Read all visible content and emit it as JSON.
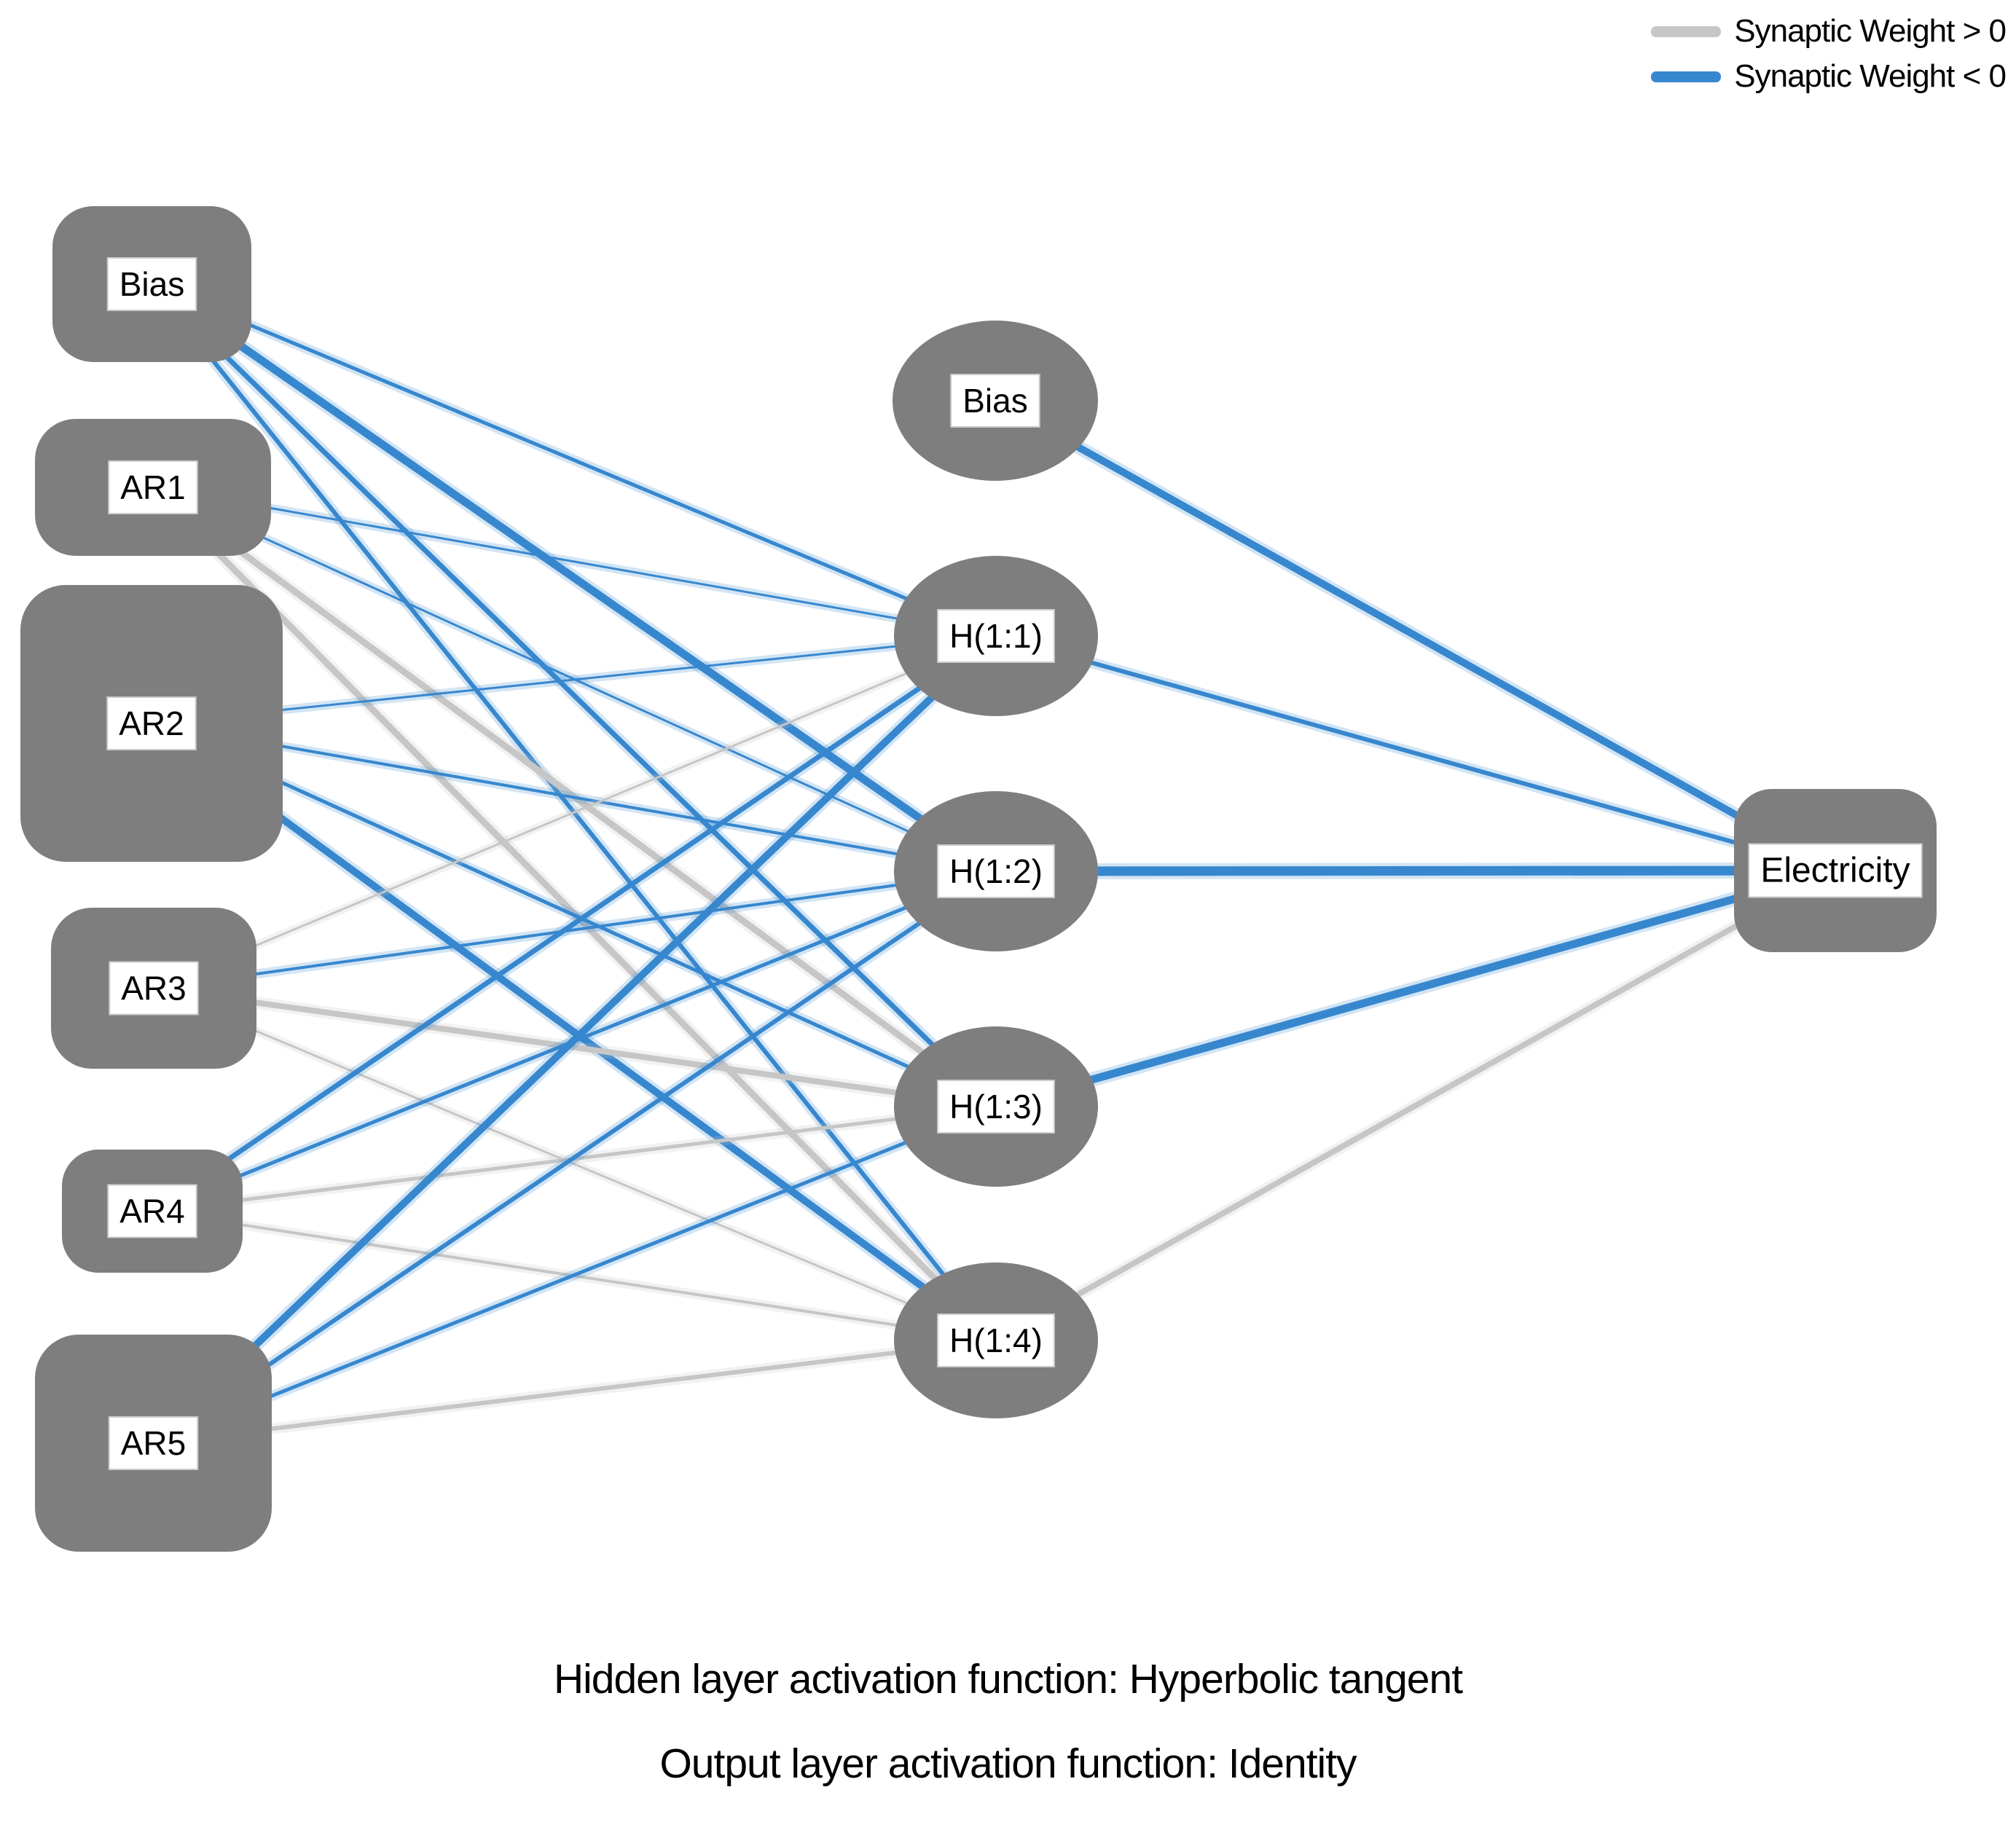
{
  "legend": {
    "items": [
      {
        "label": "Synaptic Weight > 0",
        "sign": "positive"
      },
      {
        "label": "Synaptic Weight < 0",
        "sign": "negative"
      }
    ]
  },
  "colors": {
    "positive": "#c6c6c6",
    "negative": "#3787cf",
    "node_fill": "#7e7e7e",
    "label_box_fill": "#ffffff",
    "label_box_border": "#cbcbcb",
    "text": "#000000"
  },
  "network": {
    "input_layer": {
      "nodes": [
        {
          "id": "bias_in",
          "label": "Bias"
        },
        {
          "id": "ar1",
          "label": "AR1"
        },
        {
          "id": "ar2",
          "label": "AR2"
        },
        {
          "id": "ar3",
          "label": "AR3"
        },
        {
          "id": "ar4",
          "label": "AR4"
        },
        {
          "id": "ar5",
          "label": "AR5"
        }
      ]
    },
    "hidden_layer": {
      "nodes": [
        {
          "id": "bias_h",
          "label": "Bias"
        },
        {
          "id": "h11",
          "label": "H(1:1)"
        },
        {
          "id": "h12",
          "label": "H(1:2)"
        },
        {
          "id": "h13",
          "label": "H(1:3)"
        },
        {
          "id": "h14",
          "label": "H(1:4)"
        }
      ]
    },
    "output_layer": {
      "nodes": [
        {
          "id": "out",
          "label": "Electricity"
        }
      ]
    },
    "edges": [
      {
        "from": "bias_in",
        "to": "h11",
        "sign": "negative",
        "width": 5
      },
      {
        "from": "bias_in",
        "to": "h12",
        "sign": "negative",
        "width": 11
      },
      {
        "from": "bias_in",
        "to": "h13",
        "sign": "negative",
        "width": 7
      },
      {
        "from": "bias_in",
        "to": "h14",
        "sign": "negative",
        "width": 6
      },
      {
        "from": "ar1",
        "to": "h11",
        "sign": "negative",
        "width": 3
      },
      {
        "from": "ar1",
        "to": "h12",
        "sign": "negative",
        "width": 3
      },
      {
        "from": "ar1",
        "to": "h13",
        "sign": "positive",
        "width": 9
      },
      {
        "from": "ar1",
        "to": "h14",
        "sign": "positive",
        "width": 9
      },
      {
        "from": "ar2",
        "to": "h11",
        "sign": "negative",
        "width": 3
      },
      {
        "from": "ar2",
        "to": "h12",
        "sign": "negative",
        "width": 4
      },
      {
        "from": "ar2",
        "to": "h13",
        "sign": "negative",
        "width": 5
      },
      {
        "from": "ar2",
        "to": "h14",
        "sign": "negative",
        "width": 10
      },
      {
        "from": "ar3",
        "to": "h11",
        "sign": "positive",
        "width": 3
      },
      {
        "from": "ar3",
        "to": "h12",
        "sign": "negative",
        "width": 4
      },
      {
        "from": "ar3",
        "to": "h13",
        "sign": "positive",
        "width": 8
      },
      {
        "from": "ar3",
        "to": "h14",
        "sign": "positive",
        "width": 3
      },
      {
        "from": "ar4",
        "to": "h11",
        "sign": "negative",
        "width": 7
      },
      {
        "from": "ar4",
        "to": "h12",
        "sign": "negative",
        "width": 5
      },
      {
        "from": "ar4",
        "to": "h13",
        "sign": "positive",
        "width": 5
      },
      {
        "from": "ar4",
        "to": "h14",
        "sign": "positive",
        "width": 4
      },
      {
        "from": "ar5",
        "to": "h11",
        "sign": "negative",
        "width": 10
      },
      {
        "from": "ar5",
        "to": "h12",
        "sign": "negative",
        "width": 6
      },
      {
        "from": "ar5",
        "to": "h13",
        "sign": "negative",
        "width": 5
      },
      {
        "from": "ar5",
        "to": "h14",
        "sign": "positive",
        "width": 6
      },
      {
        "from": "bias_h",
        "to": "out",
        "sign": "negative",
        "width": 10
      },
      {
        "from": "h11",
        "to": "out",
        "sign": "negative",
        "width": 6
      },
      {
        "from": "h12",
        "to": "out",
        "sign": "negative",
        "width": 13
      },
      {
        "from": "h13",
        "to": "out",
        "sign": "negative",
        "width": 11
      },
      {
        "from": "h14",
        "to": "out",
        "sign": "positive",
        "width": 8
      }
    ]
  },
  "footer": {
    "line1": "Hidden layer activation function: Hyperbolic tangent",
    "line2": "Output layer activation function: Identity"
  }
}
